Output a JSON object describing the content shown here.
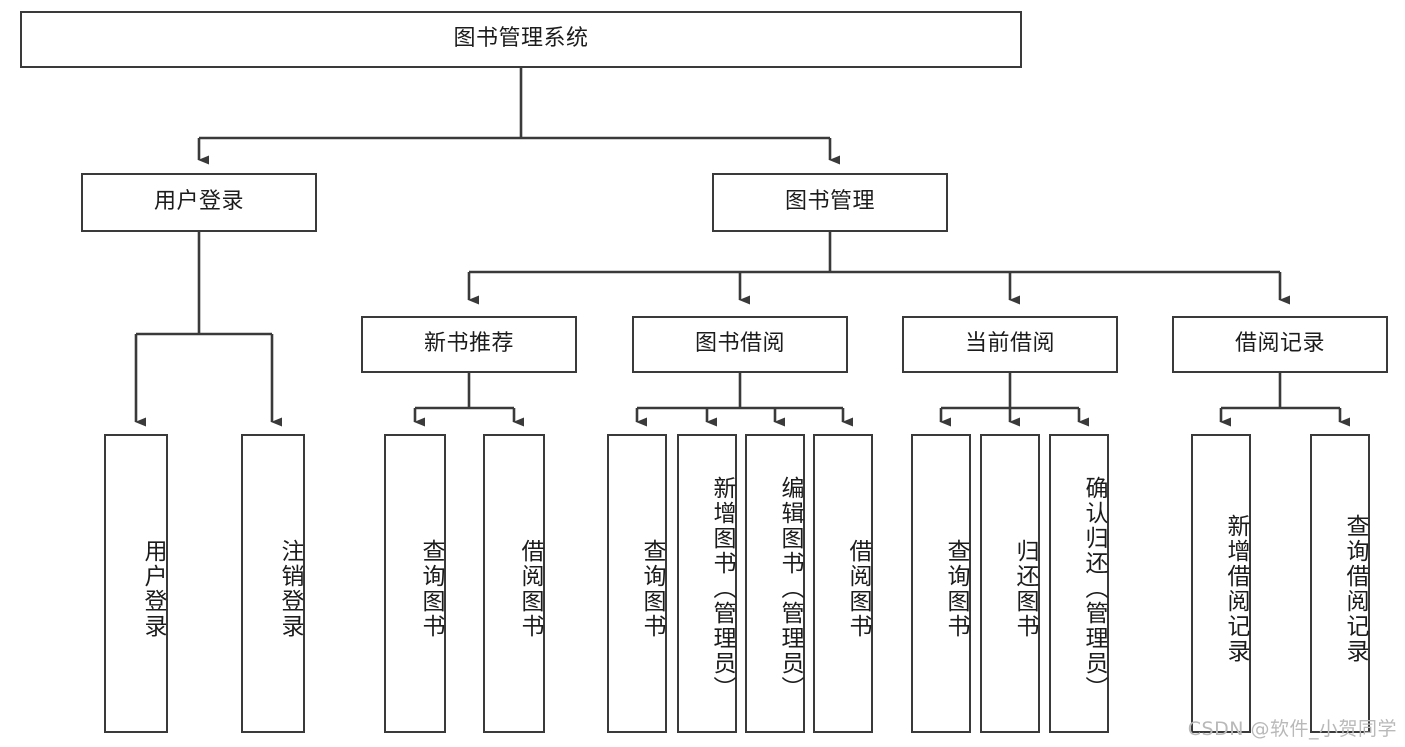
{
  "diagram": {
    "title": "图书管理系统",
    "type": "tree-hierarchy",
    "root": {
      "id": "root",
      "label": "图书管理系统"
    },
    "level2": [
      {
        "id": "user-login",
        "label": "用户登录"
      },
      {
        "id": "book-manage",
        "label": "图书管理"
      }
    ],
    "level3": [
      {
        "id": "new-book-recommend",
        "label": "新书推荐",
        "parent": "book-manage"
      },
      {
        "id": "book-borrow",
        "label": "图书借阅",
        "parent": "book-manage"
      },
      {
        "id": "current-borrow",
        "label": "当前借阅",
        "parent": "book-manage"
      },
      {
        "id": "borrow-record",
        "label": "借阅记录",
        "parent": "book-manage"
      }
    ],
    "leaves": {
      "user-login": [
        {
          "id": "leaf-user-login",
          "label": "用户登录"
        },
        {
          "id": "leaf-logout",
          "label": "注销登录"
        }
      ],
      "new-book-recommend": [
        {
          "id": "leaf-query-book-1",
          "label": "查询图书"
        },
        {
          "id": "leaf-borrow-book-1",
          "label": "借阅图书"
        }
      ],
      "book-borrow": [
        {
          "id": "leaf-query-book-2",
          "label": "查询图书"
        },
        {
          "id": "leaf-add-book",
          "label": "新增图书（管理员）"
        },
        {
          "id": "leaf-edit-book",
          "label": "编辑图书（管理员）"
        },
        {
          "id": "leaf-borrow-book-2",
          "label": "借阅图书"
        }
      ],
      "current-borrow": [
        {
          "id": "leaf-query-book-3",
          "label": "查询图书"
        },
        {
          "id": "leaf-return-book",
          "label": "归还图书"
        },
        {
          "id": "leaf-confirm-return",
          "label": "确认归还（管理员）"
        }
      ],
      "borrow-record": [
        {
          "id": "leaf-add-record",
          "label": "新增借阅记录"
        },
        {
          "id": "leaf-query-record",
          "label": "查询借阅记录"
        }
      ]
    }
  },
  "watermark": {
    "text": "CSDN @软件_小贺同学"
  },
  "colors": {
    "border": "#3a3a3a",
    "text": "#1c1c1c",
    "background": "#ffffff",
    "watermark": "#b9b9b9"
  }
}
